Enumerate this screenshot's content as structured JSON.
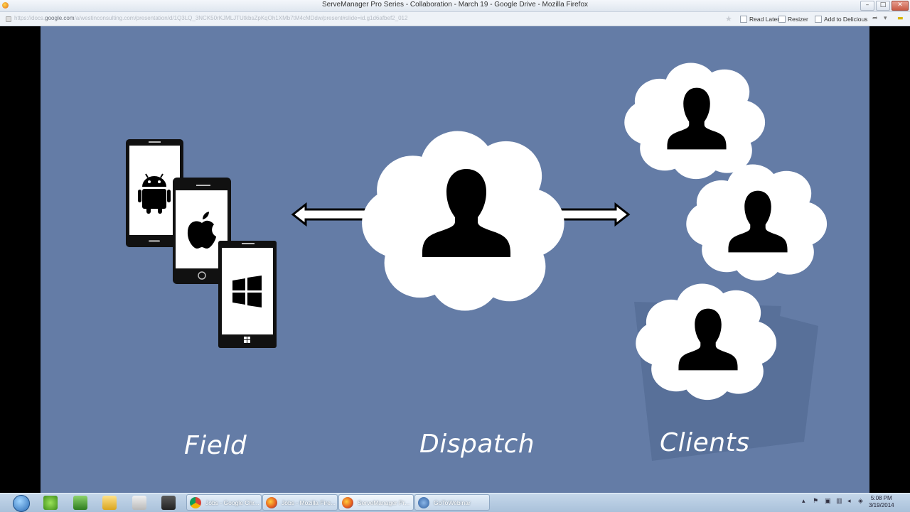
{
  "window": {
    "title": "ServeManager Pro Series - Collaboration - March 19 - Google Drive - Mozilla Firefox"
  },
  "urlbar": {
    "url_prefix": "https://docs.",
    "url_domain": "google.com",
    "url_rest": "/a/westinconsulting.com/presentation/d/1Q3LQ_3NCK50rKJMLJTUtkbsZpKqOh1XMb7tM4cMDdw/present#slide=id.g1d6afbef2_012",
    "addons": [
      "Read Later",
      "Resizer",
      "Add to Delicious"
    ]
  },
  "slide": {
    "labels": {
      "field": "Field",
      "dispatch": "Dispatch",
      "clients": "Clients"
    },
    "colors": {
      "background": "#647ca6",
      "cloud": "#ffffff",
      "silhouette": "#000000",
      "watermark": "#566f98"
    },
    "icons": [
      "android-icon",
      "apple-icon",
      "windows-icon",
      "person-icon"
    ]
  },
  "taskbar": {
    "buttons": [
      {
        "label": "Jobs - Google Chr...",
        "icon": "chrome-icon"
      },
      {
        "label": "Jobs - Mozilla Fire...",
        "icon": "firefox-icon"
      },
      {
        "label": "ServeManager Pr...",
        "icon": "firefox-icon"
      },
      {
        "label": "GoToWebinar",
        "icon": "gotowebinar-icon"
      }
    ],
    "clock_time": "5:08 PM",
    "clock_date": "3/19/2014"
  }
}
